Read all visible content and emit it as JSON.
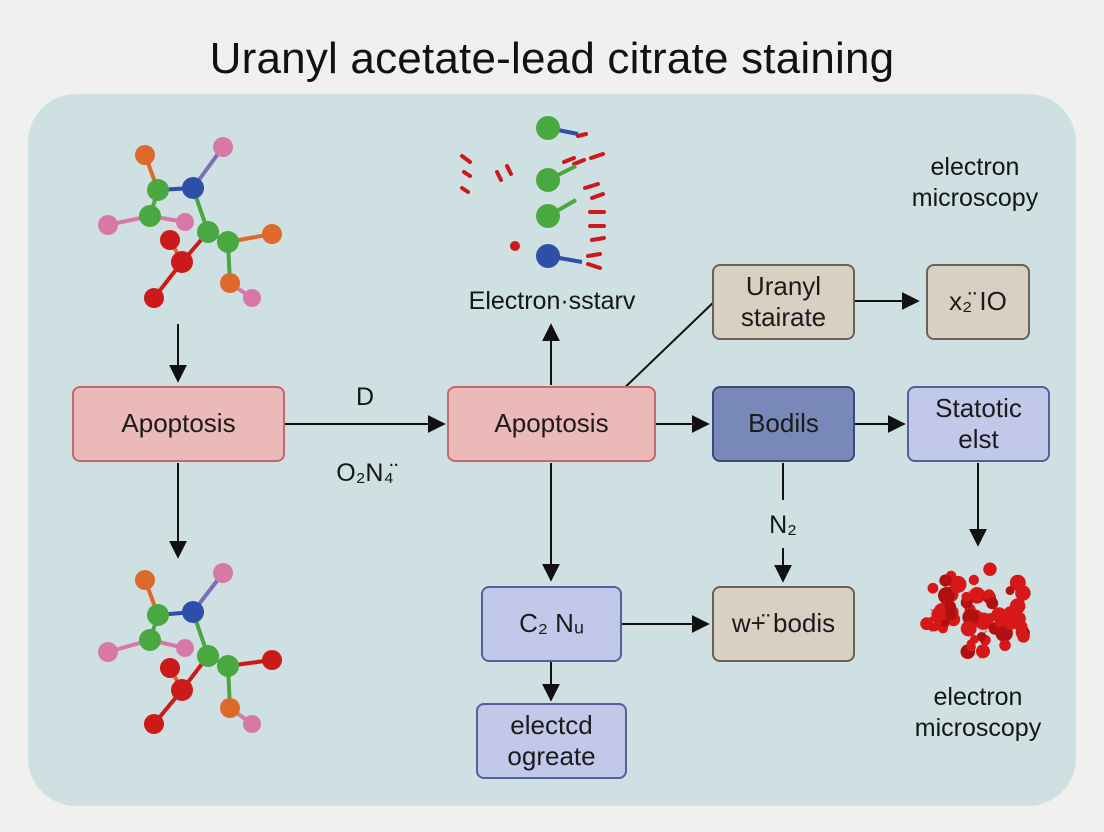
{
  "title": "Uranyl acetate-lead citrate staining",
  "boxes": {
    "apoptosis_left": "Apoptosis",
    "apoptosis_center": "Apoptosis",
    "uranyl_stairate": "Uranyl\nstairate",
    "x2_io": "x₂̈ IO",
    "bodils": "Bodils",
    "statotic_elst": "Statotic\nelst",
    "c2_nu": "C₂ Nᵤ",
    "w_bodis": "w+̈ bodis",
    "electcd_ogreate": "electcd\nogreate"
  },
  "labels": {
    "electron_stary": "Electron·sstarv",
    "electron_microscopy_top": "electron\nmicroscopy",
    "electron_microscopy_bottom": "electron\nmicroscopy",
    "edge_d": "D",
    "edge_o2n4": "O₂N₄̈",
    "edge_n2": "N₂"
  },
  "colors": {
    "panel": "#cfe0e3",
    "pink_box": "#ebbab8",
    "tan_box": "#d9cfc3",
    "dark_blue_box": "#7888b8",
    "light_blue_box": "#c2c8ea",
    "atom_red": "#cc1a1a",
    "atom_green": "#4aa840",
    "atom_blue": "#2d4fa8",
    "atom_orange": "#dd6a2a",
    "atom_pink": "#d878a8"
  },
  "icons": [
    "molecule-icon",
    "ion-particles-icon",
    "red-cluster-icon"
  ]
}
